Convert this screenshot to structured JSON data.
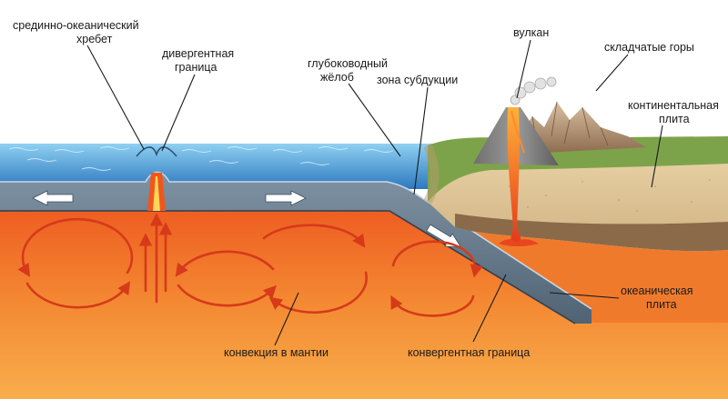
{
  "labels": {
    "ridge_line1": "срединно-океанический",
    "ridge_line2": "хребет",
    "divergent_line1": "дивергентная",
    "divergent_line2": "граница",
    "trench_line1": "глубоководный",
    "trench_line2": "жёлоб",
    "subduction": "зона субдукции",
    "volcano": "вулкан",
    "fold_mountains": "складчатые горы",
    "continental_line1": "континентальная",
    "continental_line2": "плита",
    "oceanic_line1": "океаническая",
    "oceanic_line2": "плита",
    "convection": "конвекция в мантии",
    "convergent": "конвергентная граница"
  },
  "colors": {
    "ocean_top": "#7ec3ec",
    "ocean_bottom": "#2f7fc4",
    "oceanic_plate": "#5f7486",
    "mantle_top": "#f2722a",
    "mantle_bottom": "#f7a544",
    "continental_crust": "#dcc394",
    "lower_crust": "#8b6a4a",
    "land_green": "#7da34a",
    "magma": "#e8461e",
    "convection_arrow": "#d63a1a"
  },
  "icons": {
    "plate_motion": "white-arrow-icon",
    "convection": "curved-arrow-icon",
    "smoke": "smoke-plume-icon"
  }
}
